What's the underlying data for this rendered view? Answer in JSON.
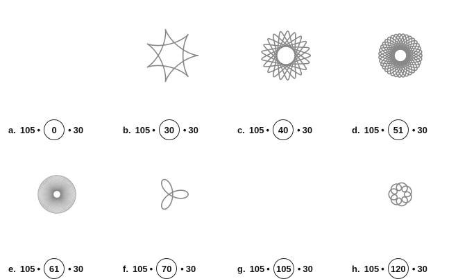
{
  "panels": [
    {
      "label": "a.",
      "R": "105",
      "r": "0",
      "d": "30",
      "R_val": 105,
      "r_val": 0,
      "d_val": 30
    },
    {
      "label": "b.",
      "R": "105",
      "r": "30",
      "d": "30",
      "R_val": 105,
      "r_val": 30,
      "d_val": 30
    },
    {
      "label": "c.",
      "R": "105",
      "r": "40",
      "d": "30",
      "R_val": 105,
      "r_val": 40,
      "d_val": 30
    },
    {
      "label": "d.",
      "R": "105",
      "r": "51",
      "d": "30",
      "R_val": 105,
      "r_val": 51,
      "d_val": 30
    },
    {
      "label": "e.",
      "R": "105",
      "r": "61",
      "d": "30",
      "R_val": 105,
      "r_val": 61,
      "d_val": 30
    },
    {
      "label": "f.",
      "R": "105",
      "r": "70",
      "d": "30",
      "R_val": 105,
      "r_val": 70,
      "d_val": 30
    },
    {
      "label": "g.",
      "R": "105",
      "r": "105",
      "d": "30",
      "R_val": 105,
      "r_val": 105,
      "d_val": 30
    },
    {
      "label": "h.",
      "R": "105",
      "r": "120",
      "d": "30",
      "R_val": 105,
      "r_val": 120,
      "d_val": 30
    }
  ],
  "separator": "•",
  "stroke_color": "#888888"
}
